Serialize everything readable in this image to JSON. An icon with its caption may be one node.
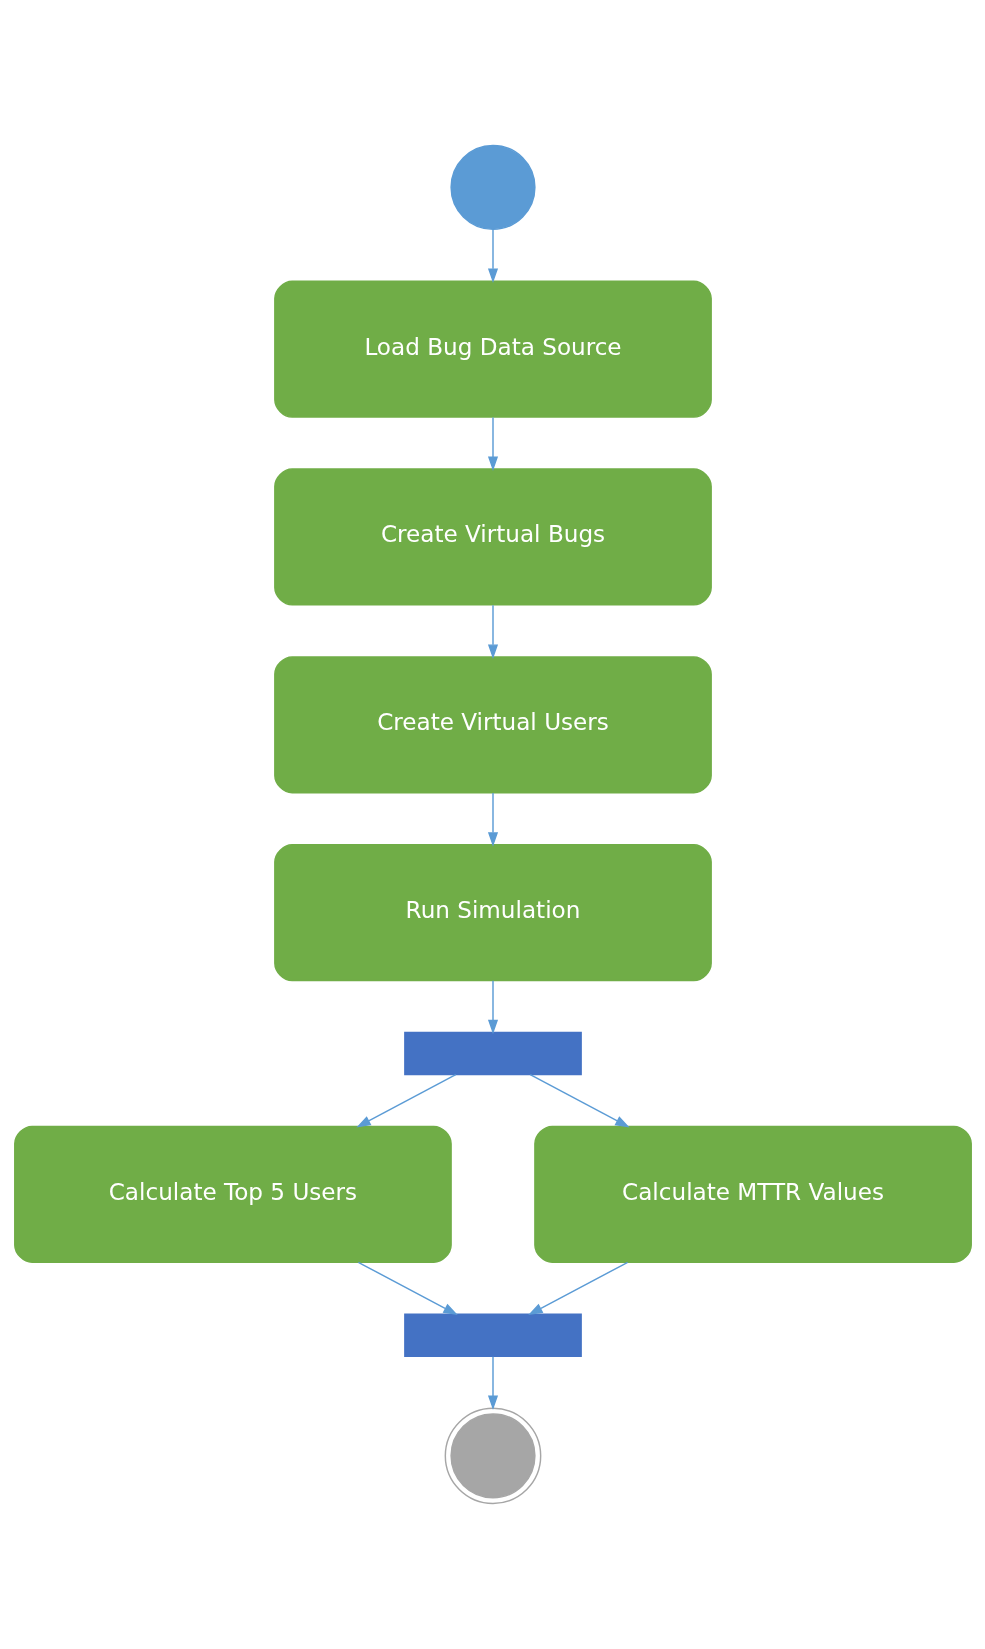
{
  "diagram": {
    "nodes": [
      {
        "text": [],
        "shape": "circle"
      },
      {
        "text": [
          "Load Bug Data Source"
        ]
      },
      {
        "text": [
          "Create Virtual Bugs"
        ]
      },
      {
        "text": [
          "Create Virtual Users"
        ]
      },
      {
        "text": [
          "Run Simulation"
        ]
      },
      {
        "text": [],
        "shape": "bar"
      },
      {
        "text": [
          "Calculate Top 5 Users"
        ]
      },
      {
        "text": [
          "Calculate MTTR Values"
        ]
      },
      {
        "text": [],
        "shape": "bar"
      },
      {
        "text": [],
        "shape": "circle"
      }
    ],
    "edges": [
      {
        "from": 0,
        "to": 1,
        "arrow": "to"
      },
      {
        "from": 1,
        "to": 2,
        "arrow": "to"
      },
      {
        "from": 2,
        "to": 3,
        "arrow": "to"
      },
      {
        "from": 3,
        "to": 4,
        "arrow": "to"
      },
      {
        "from": 4,
        "to": 5,
        "arrow": "to"
      },
      {
        "from": 5,
        "to": 6,
        "arrow": "to"
      },
      {
        "from": 5,
        "to": 7,
        "arrow": "to"
      },
      {
        "from": 6,
        "to": 8,
        "arrow": "to"
      },
      {
        "from": 7,
        "to": 8,
        "arrow": "to"
      },
      {
        "from": 8,
        "to": 9,
        "arrow": "to"
      }
    ]
  }
}
